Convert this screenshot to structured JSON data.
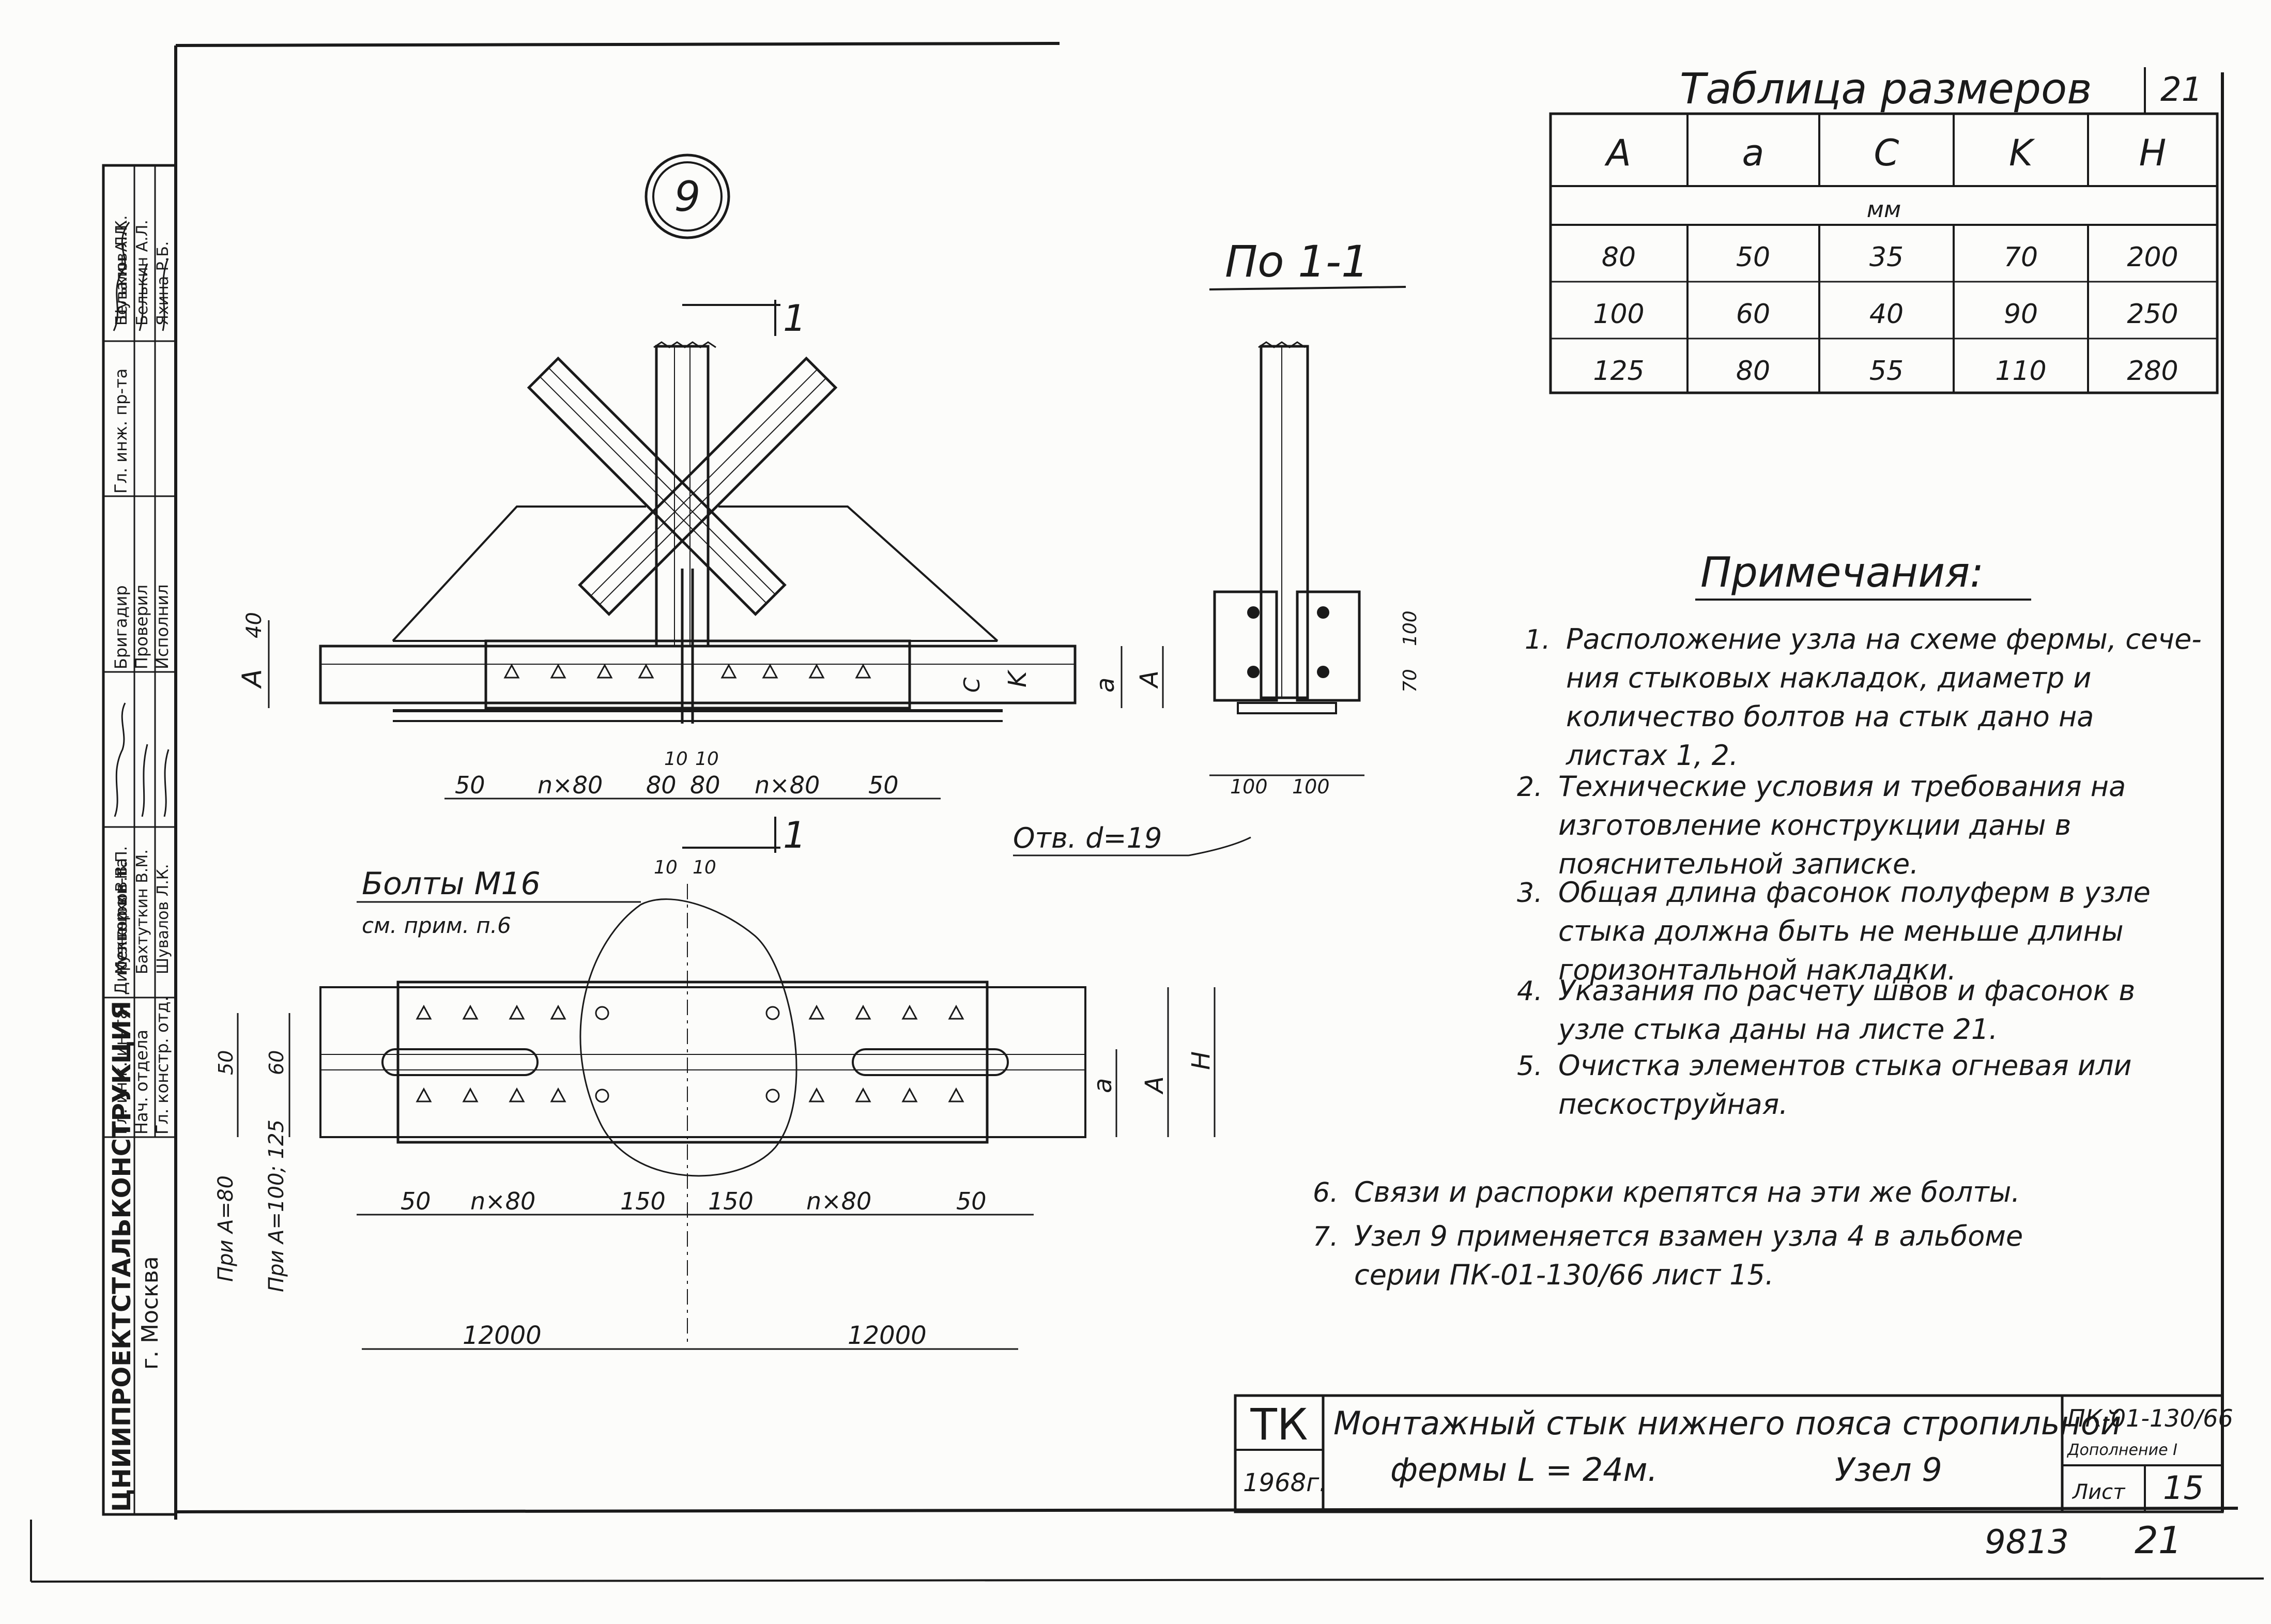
{
  "node_number": "9",
  "section": {
    "label": "По 1-1",
    "cut_label": "1",
    "dims": [
      "100",
      "100"
    ],
    "side_dims": [
      "70",
      "100"
    ],
    "hole_label": "Отв. d=19"
  },
  "front_view": {
    "left_dims": [
      "40",
      "A"
    ],
    "right_dims": [
      "C",
      "K",
      "a",
      "A"
    ],
    "bottom_dims": [
      "50",
      "n×80",
      "80",
      "80",
      "n×80",
      "50"
    ],
    "top_small_dims": [
      "10",
      "10"
    ]
  },
  "plan_view": {
    "bolts_label": "Болты М16",
    "bolts_note": "см. прим. п.6",
    "top_small_dims": [
      "10",
      "10"
    ],
    "left_dims": [
      "50",
      "60"
    ],
    "left_notes": [
      "При A=80",
      "При A=100; 125"
    ],
    "right_dims": [
      "a",
      "A",
      "H"
    ],
    "bottom_dims": [
      "50",
      "n×80",
      "150",
      "150",
      "n×80",
      "50"
    ],
    "span_dims": [
      "12000",
      "12000"
    ]
  },
  "size_table": {
    "title": "Таблица размеров",
    "page_ref": "21",
    "headers": [
      "A",
      "a",
      "C",
      "K",
      "H"
    ],
    "unit": "мм",
    "rows": [
      [
        "80",
        "50",
        "35",
        "70",
        "200"
      ],
      [
        "100",
        "60",
        "40",
        "90",
        "250"
      ],
      [
        "125",
        "80",
        "55",
        "110",
        "280"
      ]
    ]
  },
  "notes": {
    "title": "Примечания:",
    "items": [
      {
        "num": "1.",
        "lines": [
          "Расположение узла на схеме фермы, сече-",
          "ния стыковых накладок, диаметр и",
          "количество болтов на стык дано на",
          "листах 1, 2."
        ]
      },
      {
        "num": "2.",
        "lines": [
          "Технические условия и требования на",
          "изготовление конструкции даны в",
          "пояснительной записке."
        ]
      },
      {
        "num": "3.",
        "lines": [
          "Общая длина фасонок полуферм в узле",
          "стыка должна быть не меньше длины",
          "горизонтальной накладки."
        ]
      },
      {
        "num": "4.",
        "lines": [
          "Указания по расчету швов и фасонок в",
          "узле стыка даны на листе 21."
        ]
      },
      {
        "num": "5.",
        "lines": [
          "Очистка элементов стыка огневая или",
          "пескоструйная."
        ]
      },
      {
        "num": "6.",
        "lines": [
          "Связи и распорки крепятся на эти же болты."
        ]
      },
      {
        "num": "7.",
        "lines": [
          "Узел 9   применяется взамен узла 4 в альбоме",
          "серии ПК-01-130/66 лист 15."
        ]
      }
    ]
  },
  "title_block": {
    "mark": "ТК",
    "year": "1968г.",
    "title_line1": "Монтажный стык нижнего пояса стропильной",
    "title_line2": "фермы  L = 24м.",
    "node": "Узел 9",
    "series": "ПК-01-130/66",
    "supplement": "Дополнение I",
    "sheet_label": "Лист",
    "sheet_no": "15"
  },
  "footer": {
    "code": "9813",
    "page": "21"
  },
  "side_stamp": {
    "org": "ЦНИИПРОЕКТСТАЛЬКОНСТРУКЦИЯ",
    "city": "г. Москва",
    "roles": [
      "Директор ин-та",
      "Гл. инж. ин-та",
      "Нач. отдела",
      "Гл. констр. отд.",
      "Гл. инж. пр-та",
      "Бригадир",
      "Проверил",
      "Исполнил"
    ],
    "names": [
      "Мельников Н.П.",
      "Кузнецов В.В.",
      "Бахтуткин В.М.",
      "Шувалов Л.К.",
      "Шувалов Л.К.",
      "Белькин А.Л.",
      "Белькин А.Л.",
      "Яхина Р.Б."
    ]
  }
}
